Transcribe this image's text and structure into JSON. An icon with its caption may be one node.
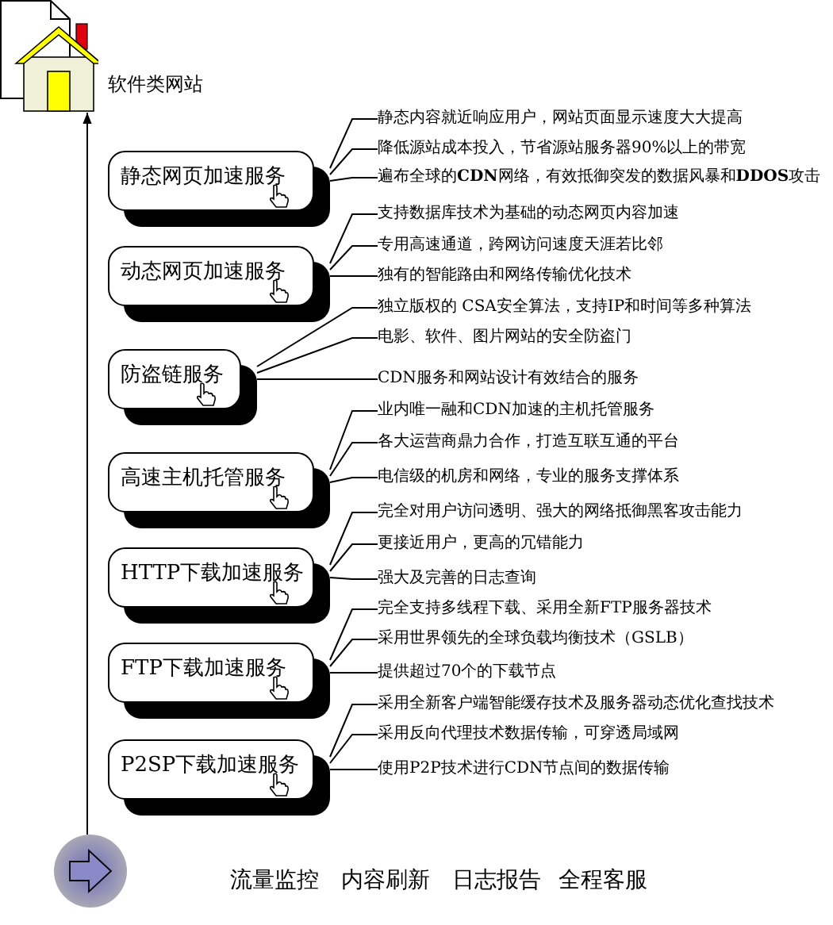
{
  "diagram": {
    "nodes": [
      {
        "text": [],
        "shape": "picture",
        "beside": [
          "软件类网站"
        ]
      },
      {
        "text": [
          "静态网页加速服务"
        ]
      },
      {
        "text": [
          "静态内容就近响应用户，网站页面显示速度大大提高"
        ]
      },
      {
        "text": [
          "降低源站成本投入，节省源站服务器90%以上的带宽"
        ]
      },
      {
        "text": [
          "遍布全球的**CDN**网络，有效抵御突发的数据风暴和**DDOS**攻击"
        ]
      },
      {
        "text": [
          "动态网页加速服务"
        ]
      },
      {
        "text": [
          "支持数据库技术为基础的动态网页内容加速"
        ]
      },
      {
        "text": [
          "专用高速通道，跨网访问速度天涯若比邻"
        ]
      },
      {
        "text": [
          "独有的智能路由和网络传输优化技术"
        ]
      },
      {
        "text": [
          "防盗链服务"
        ]
      },
      {
        "text": [
          "独立版权的 CSA安全算法，支持IP和时间等多种算法"
        ]
      },
      {
        "text": [
          "电影、软件、图片网站的安全防盗门"
        ]
      },
      {
        "text": [
          "CDN服务和网站设计有效结合的服务"
        ]
      },
      {
        "text": [
          "高速主机托管服务"
        ]
      },
      {
        "text": [
          "业内唯一融和CDN加速的主机托管服务"
        ]
      },
      {
        "text": [
          "各大运营商鼎力合作，打造互联互通的平台"
        ]
      },
      {
        "text": [
          "电信级的机房和网络，专业的服务支撑体系"
        ]
      },
      {
        "text": [
          "HTTP下载加速服务"
        ]
      },
      {
        "text": [
          "完全对用户访问透明、强大的网络抵御黑客攻击能力"
        ]
      },
      {
        "text": [
          "更接近用户，更高的冗错能力"
        ]
      },
      {
        "text": [
          "强大及完善的日志查询"
        ]
      },
      {
        "text": [
          "FTP下载加速服务"
        ]
      },
      {
        "text": [
          "完全支持多线程下载、采用全新FTP服务器技术"
        ]
      },
      {
        "text": [
          "采用世界领先的全球负载均衡技术（GSLB）"
        ]
      },
      {
        "text": [
          "提供超过70个的下载节点"
        ]
      },
      {
        "text": [
          "P2SP下载加速服务"
        ]
      },
      {
        "text": [
          "采用全新客户端智能缓存技术及服务器动态优化查找技术"
        ]
      },
      {
        "text": [
          "采用反向代理技术数据传输，可穿透局域网"
        ]
      },
      {
        "text": [
          "使用P2P技术进行CDN节点间的数据传输"
        ]
      },
      {
        "text": [],
        "shape": "circle"
      }
    ],
    "edges": [
      {
        "from": 29,
        "to": 0,
        "arrow": "to"
      },
      {
        "from": 1,
        "to": 2,
        "arrow": "none"
      },
      {
        "from": 1,
        "to": 3,
        "arrow": "none"
      },
      {
        "from": 1,
        "to": 4,
        "arrow": "none"
      },
      {
        "from": 5,
        "to": 6,
        "arrow": "none"
      },
      {
        "from": 5,
        "to": 7,
        "arrow": "none"
      },
      {
        "from": 5,
        "to": 8,
        "arrow": "none"
      },
      {
        "from": 9,
        "to": 10,
        "arrow": "none"
      },
      {
        "from": 9,
        "to": 11,
        "arrow": "none"
      },
      {
        "from": 9,
        "to": 12,
        "arrow": "none"
      },
      {
        "from": 13,
        "to": 14,
        "arrow": "none"
      },
      {
        "from": 13,
        "to": 15,
        "arrow": "none"
      },
      {
        "from": 13,
        "to": 16,
        "arrow": "none"
      },
      {
        "from": 17,
        "to": 18,
        "arrow": "none"
      },
      {
        "from": 17,
        "to": 19,
        "arrow": "none"
      },
      {
        "from": 17,
        "to": 20,
        "arrow": "none"
      },
      {
        "from": 21,
        "to": 22,
        "arrow": "none"
      },
      {
        "from": 21,
        "to": 23,
        "arrow": "none"
      },
      {
        "from": 21,
        "to": 24,
        "arrow": "none"
      },
      {
        "from": 25,
        "to": 26,
        "arrow": "none"
      },
      {
        "from": 25,
        "to": 27,
        "arrow": "none"
      },
      {
        "from": 25,
        "to": 28,
        "arrow": "none"
      }
    ],
    "labels": [
      "流量监控",
      "内容刷新",
      "日志报告",
      "全程客服"
    ]
  }
}
